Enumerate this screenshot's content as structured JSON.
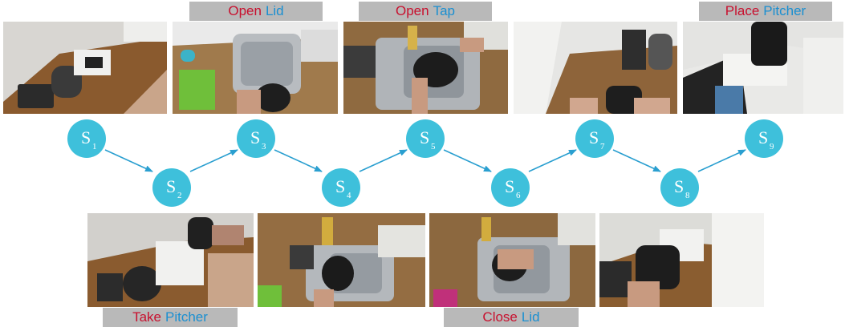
{
  "colors": {
    "verb": "#c8102e",
    "object": "#1a8fd1",
    "node": "#3ec0db",
    "edge": "#2a9fd0",
    "label_bg": "#b9b9b9"
  },
  "labels": {
    "open_lid": {
      "verb": "Open",
      "object": "Lid"
    },
    "open_tap": {
      "verb": "Open",
      "object": "Tap"
    },
    "place_pitcher": {
      "verb": "Place",
      "object": "Pitcher"
    },
    "take_pitcher": {
      "verb": "Take",
      "object": "Pitcher"
    },
    "close_lid": {
      "verb": "Close",
      "object": "Lid"
    }
  },
  "states": [
    {
      "letter": "S",
      "index": "1"
    },
    {
      "letter": "S",
      "index": "2"
    },
    {
      "letter": "S",
      "index": "3"
    },
    {
      "letter": "S",
      "index": "4"
    },
    {
      "letter": "S",
      "index": "5"
    },
    {
      "letter": "S",
      "index": "6"
    },
    {
      "letter": "S",
      "index": "7"
    },
    {
      "letter": "S",
      "index": "8"
    },
    {
      "letter": "S",
      "index": "9"
    }
  ],
  "frames": [
    {
      "state": "S1",
      "scene": "kitchen-counter-appliances"
    },
    {
      "state": "S2",
      "scene": "take-pitcher-from-base"
    },
    {
      "state": "S3",
      "scene": "sink-open-lid"
    },
    {
      "state": "S4",
      "scene": "sink-with-pitcher"
    },
    {
      "state": "S5",
      "scene": "sink-open-tap"
    },
    {
      "state": "S6",
      "scene": "sink-close-lid"
    },
    {
      "state": "S7",
      "scene": "carry-pitcher"
    },
    {
      "state": "S8",
      "scene": "return-to-base"
    },
    {
      "state": "S9",
      "scene": "place-pitcher-on-base"
    }
  ]
}
